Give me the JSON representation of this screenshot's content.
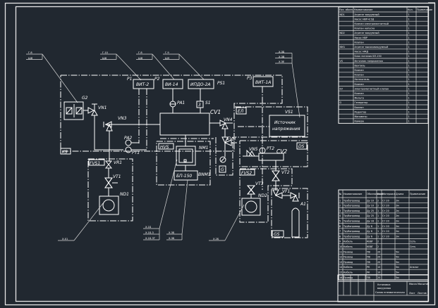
{
  "drawing": {
    "title": "Pneumatic schematic diagram (process flow) — CAD drawing sheet",
    "background_color": "#212830",
    "line_color": "#ffffff"
  },
  "instruments": {
    "vit2": "ВИТ-2",
    "vi14": "ВИ-14",
    "ipdo2a": "ИПДО-2А",
    "vit1a": "ВИТ-1А",
    "bp150": "БП-150",
    "power_source_line1": "Источник",
    "power_source_line2": "напряжения"
  },
  "labels": {
    "p1": "P1",
    "p2": "P2",
    "p3": "P3",
    "ps1": "PS1",
    "s1": "S1",
    "pa1": "PA1",
    "pa2": "PA2",
    "pt1": "PT1",
    "pt2": "PT2",
    "g2": "G2",
    "g": "G",
    "vn1": "VN1",
    "vn3": "VN3",
    "vn4": "VN4",
    "vn5": "VN5",
    "evn": "EVN",
    "cv1": "CV1",
    "cv2": "CV2",
    "vr1": "VR1",
    "vt1": "VT1",
    "vt2": "VT2",
    "vt3": "VT3",
    "vf1": "VF1",
    "nd1": "ND1",
    "nd2": "ND2",
    "nm1": "NM1",
    "bnm1": "BNM1",
    "a1": "A1",
    "vs1": "VS1",
    "el": "EЛ",
    "ds": "DS",
    "gs": "GS",
    "ks": "KS",
    "hvs": "HVS",
    "fvs1": "FVS1",
    "fvs2": "FVS2",
    "s3": "3"
  },
  "callouts": {
    "c1": [
      "Г.8",
      "Ш8"
    ],
    "c2": [
      "Г.10",
      "Ш8"
    ],
    "c3": [
      "Г.8",
      "Ш8"
    ],
    "c4": [
      "Г.9",
      "Ш9"
    ],
    "c5": [
      "Х.ЗБ",
      "Х.ЗВ",
      "Х.ЗЕ"
    ],
    "c6": [
      "Х.Х1"
    ],
    "c7": [
      "Х.1Б",
      "Х.1Б.3",
      "Х.1Б.3Т"
    ],
    "c8": [
      "Х.3Б",
      "Х.3Б"
    ],
    "c9": [
      "Х.2Б"
    ]
  },
  "spec_table_top": {
    "header": [
      "Поз. обозн.",
      "Наименование",
      "Кол.",
      "Примечание"
    ],
    "rows": [
      [
        "ND1",
        "Агрегат вакуумный",
        "1",
        ""
      ],
      [
        "",
        "Насос НВР-4,5Д",
        "1",
        ""
      ],
      [
        "",
        "Клапан электромагнитный",
        "1",
        ""
      ],
      [
        "",
        "Клапан напуска",
        "1",
        ""
      ],
      [
        "ND2",
        "Агрегат вакуумный",
        "1",
        ""
      ],
      [
        "",
        "Насос НВР",
        "1",
        ""
      ],
      [
        "",
        "Клапан",
        "1",
        ""
      ],
      [
        "NM1",
        "Агрегат высоковакуумный",
        "1",
        ""
      ],
      [
        "",
        "Насос НМД",
        "1",
        ""
      ],
      [
        "",
        "Блок питания БП-150",
        "1",
        ""
      ],
      [
        "VS",
        "Источник напряжения",
        "1",
        ""
      ],
      [
        "",
        "Вентиль",
        "1",
        ""
      ],
      [
        "",
        "Клапан",
        "1",
        ""
      ],
      [
        "",
        "Клапан",
        "1",
        ""
      ],
      [
        "",
        "Натекатель",
        "1",
        ""
      ],
      [
        "",
        "Клапан",
        "1",
        ""
      ],
      [
        "EV",
        "Электромагнитный клапан",
        "1",
        ""
      ],
      [
        "",
        "Клапан",
        "1",
        ""
      ],
      [
        "",
        "Фильтр",
        "1",
        ""
      ],
      [
        "G",
        "Генератор",
        "1",
        ""
      ],
      [
        "",
        "Баллон",
        "1",
        ""
      ],
      [
        "",
        "Редуктор",
        "1",
        ""
      ],
      [
        "",
        "Манометр",
        "1",
        ""
      ],
      [
        "",
        "Камера",
        "1",
        ""
      ]
    ]
  },
  "spec_table_bottom": {
    "header": [
      "№",
      "Наименование",
      "Обозначение",
      "Кол.",
      "Материал",
      "Длина",
      "Примечание"
    ],
    "rows": [
      [
        "1",
        "Трубопровод",
        "Ду 10",
        "2",
        "Ст 20",
        "2м",
        ""
      ],
      [
        "2",
        "Трубопровод",
        "Ду 10",
        "2",
        "Ст 20",
        "2м",
        ""
      ],
      [
        "3",
        "Трубопровод",
        "Ду 25",
        "1",
        "Ст 20",
        "2м",
        ""
      ],
      [
        "4",
        "Трубопровод",
        "Ду 25",
        "1",
        "Ст 20",
        "2м",
        ""
      ],
      [
        "5",
        "Трубопровод",
        "Ду 16",
        "1",
        "Ст 20",
        "2м",
        ""
      ],
      [
        "6",
        "Трубопровод",
        "Ду 6",
        "1",
        "Ст 20",
        "2м",
        ""
      ],
      [
        "7",
        "Трубопровод",
        "Ду 6",
        "1",
        "Ст 20",
        "2м",
        ""
      ],
      [
        "8",
        "Трубопровод",
        "Ду 6",
        "1",
        "Ст 20",
        "2м",
        ""
      ],
      [
        "9",
        "Кабель",
        "КВВГ",
        "2",
        "",
        "",
        "Сеть"
      ],
      [
        "10",
        "Кабель",
        "КВВГ",
        "2",
        "",
        "",
        "Сеть"
      ],
      [
        "11",
        "Провод",
        "ПВ",
        "20",
        "",
        "5м",
        ""
      ],
      [
        "12",
        "Провод",
        "ПВ",
        "20",
        "",
        "5м",
        ""
      ],
      [
        "13",
        "Провод",
        "ПВ",
        "20",
        "",
        "5м",
        ""
      ],
      [
        "14",
        "Кабель",
        "РК",
        "10",
        "",
        "5м",
        "Аналог"
      ],
      [
        "15",
        "Кабель",
        "РК",
        "10",
        "",
        "5м",
        ""
      ],
      [
        "16",
        "Провод",
        "ПВ",
        "20",
        "",
        "5м",
        ""
      ]
    ]
  },
  "title_block": {
    "title_line1": "Установка",
    "title_line2": "вакуумная",
    "title_line3": "Схема пневматическая",
    "sheet_label": "Лист",
    "sheets_label": "Листов",
    "mass_label": "Масса",
    "scale_label": "Масштаб"
  }
}
